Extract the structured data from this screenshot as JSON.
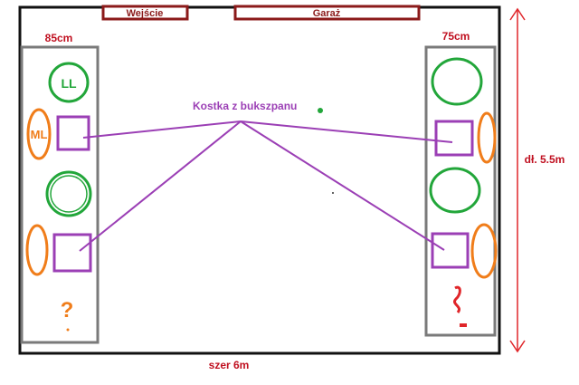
{
  "labels": {
    "entrance": "Wejście",
    "garage": "Garaż",
    "left_bed_width": "85cm",
    "right_bed_width": "75cm",
    "boxwood_cube": "Kostka z bukszpanu",
    "length": "dł. 5.5m",
    "width": "szer 6m",
    "ll": "LL",
    "ml": "ML",
    "question_mark": "?"
  },
  "colors": {
    "outline": "#111111",
    "bed_border": "#7a7a7a",
    "door": "#8b1a1a",
    "heading": "#c01020",
    "green": "#22a63a",
    "orange": "#f07d1a",
    "purple": "#9b3fb5",
    "red": "#e0262a"
  }
}
